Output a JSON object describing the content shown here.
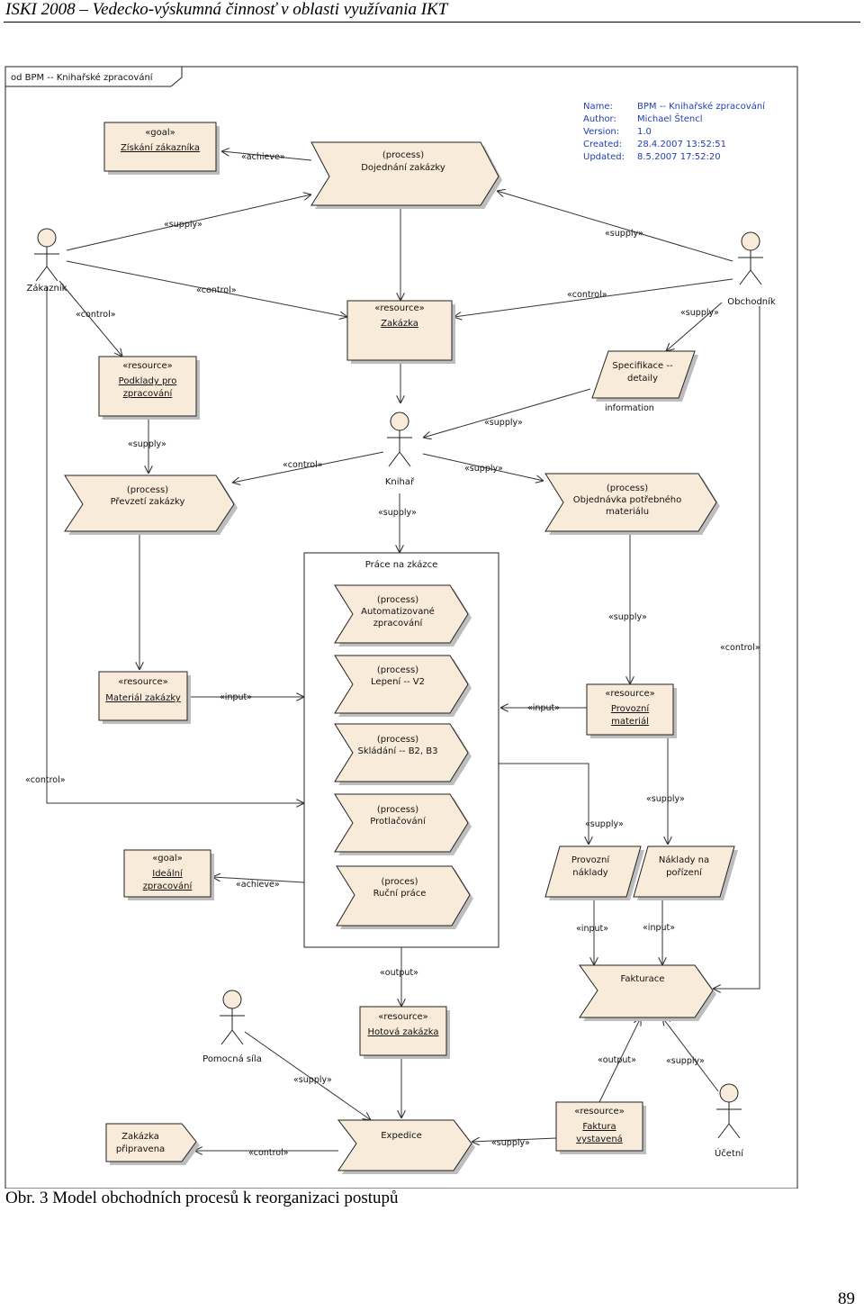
{
  "page": {
    "header": "ISKI 2008 – Vedecko-výskumná činnosť v oblasti využívania IKT",
    "caption": "Obr. 3 Model obchodních procesů k reorganizaci postupů",
    "page_number": "89"
  },
  "diagram": {
    "frame_title": "od BPM -- Knihařské zpracování",
    "meta": {
      "name_label": "Name:",
      "name_value": "BPM -- Knihařské zpracování",
      "author_label": "Author:",
      "author_value": "Michael Štencl",
      "version_label": "Version:",
      "version_value": "1.0",
      "created_label": "Created:",
      "created_value": "28.4.2007 13:52:51",
      "updated_label": "Updated:",
      "updated_value": "8.5.2007 17:52:20"
    },
    "actors": {
      "zakaznik": "Zákazník",
      "obchodnik": "Obchodník",
      "knihar": "Knihař",
      "pomocna_sila": "Pomocná síla",
      "ucetni": "Účetní"
    },
    "stereotypes": {
      "goal": "«goal»",
      "resource": "«resource»",
      "process": "(process)",
      "proces": "(proces)"
    },
    "nodes": {
      "goal_zakaznik": "Získání zákazníka",
      "proc_dojednani": "Dojednání zakázky",
      "res_zakazka": "Zakázka",
      "res_podklady_1": "Podklady pro",
      "res_podklady_2": "zpracování",
      "info_spec_1": "Specifikace --",
      "info_spec_2": "detaily",
      "info_spec_label": "information",
      "proc_prevzeti": "Převzetí zakázky",
      "proc_objednavka_1": "Objednávka potřebného",
      "proc_objednavka_2": "materiálu",
      "group_title": "Práce na zkázce",
      "proc_automat_1": "Automatizované",
      "proc_automat_2": "zpracování",
      "proc_lepeni": "Lepení -- V2",
      "proc_skladani": "Skládání -- B2, B3",
      "proc_protlacovani": "Protlačování",
      "proc_rucni": "Ruční práce",
      "res_material_zakazky": "Materiál zakázky",
      "res_provozni_1": "Provozní",
      "res_provozni_2": "materiál",
      "goal_idealni_1": "Ideální",
      "goal_idealni_2": "zpracování",
      "info_provozni_1": "Provozní",
      "info_provozni_2": "náklady",
      "info_naklady_1": "Náklady na",
      "info_naklady_2": "pořízení",
      "proc_fakturace": "Fakturace",
      "res_hotova": "Hotová zakázka",
      "proc_expedice": "Expedice",
      "res_faktura_1": "Faktura",
      "res_faktura_2": "vystavená",
      "out_pripravena_1": "Zakázka",
      "out_pripravena_2": "připravena"
    },
    "edge_labels": {
      "achieve": "«achieve»",
      "supply": "«supply»",
      "control": "«control»",
      "input": "«input»",
      "output": "«output»"
    },
    "colors": {
      "node_fill": "#f9ebd9",
      "meta_text": "#1f3fb0"
    }
  }
}
